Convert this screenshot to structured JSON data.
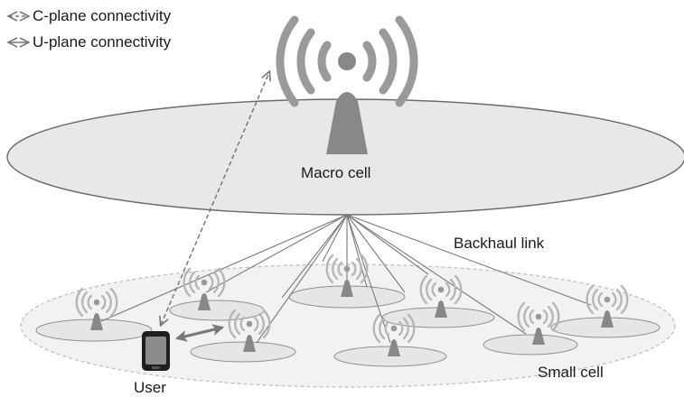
{
  "legend": {
    "cplane": "C-plane connectivity",
    "uplane": "U-plane connectivity"
  },
  "labels": {
    "macro_cell": "Macro cell",
    "backhaul_link": "Backhaul link",
    "small_cell": "Small cell",
    "user": "User"
  },
  "colors": {
    "macro_fill": "#e8e8e8",
    "small_area_fill": "#f2f2f2",
    "small_ellipse_fill": "#e6e6e6",
    "tower": "#888888",
    "antenna": "#b8b8b8",
    "link_line": "#7a7a7a",
    "arrow": "#777777"
  },
  "icons": {
    "macro_tower": "antenna-tower-icon",
    "small_tower": "small-antenna-icon",
    "user_device": "smartphone-icon"
  }
}
